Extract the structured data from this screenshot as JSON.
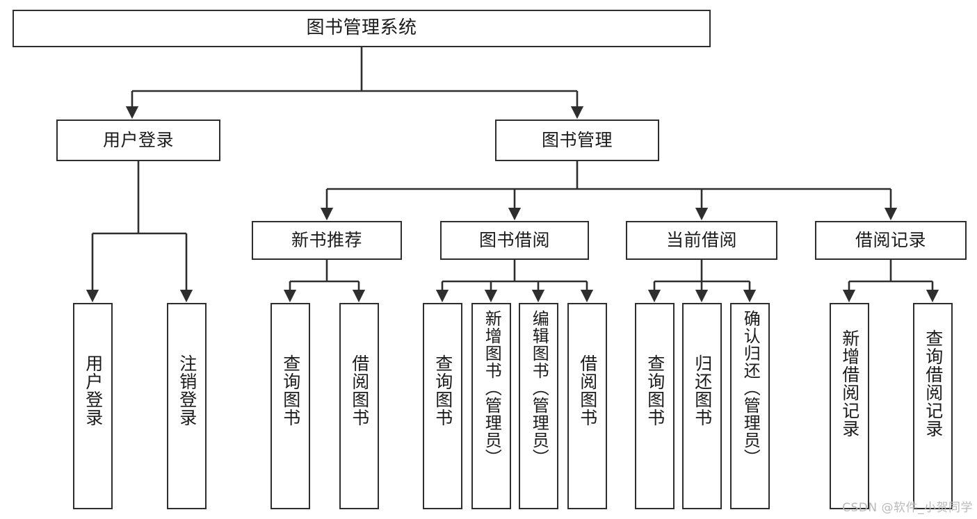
{
  "diagram": {
    "title": "图书管理系统",
    "watermark": "CSDN @软件_小贺同学",
    "colors": {
      "box_border": "#2e2e2e",
      "box_fill": "#ffffff",
      "connector": "#2e2e2e",
      "text": "#1a1a1a",
      "watermark": "#b9b9b9",
      "background": "#ffffff"
    },
    "levels": {
      "level1": [
        {
          "id": "root",
          "label": "图书管理系统"
        }
      ],
      "level2": [
        {
          "id": "user-login",
          "label": "用户登录"
        },
        {
          "id": "book-manage",
          "label": "图书管理"
        }
      ],
      "level3": [
        {
          "id": "new-book-recommend",
          "label": "新书推荐",
          "parent": "book-manage"
        },
        {
          "id": "book-borrow",
          "label": "图书借阅",
          "parent": "book-manage"
        },
        {
          "id": "current-borrow",
          "label": "当前借阅",
          "parent": "book-manage"
        },
        {
          "id": "borrow-record",
          "label": "借阅记录",
          "parent": "book-manage"
        }
      ],
      "level4": [
        {
          "id": "leaf-user-login",
          "label": "用户登录",
          "parent": "user-login"
        },
        {
          "id": "leaf-user-logout",
          "label": "注销登录",
          "parent": "user-login"
        },
        {
          "id": "leaf-query-book-1",
          "label": "查询图书",
          "parent": "new-book-recommend"
        },
        {
          "id": "leaf-borrow-book-1",
          "label": "借阅图书",
          "parent": "new-book-recommend"
        },
        {
          "id": "leaf-query-book-2",
          "label": "查询图书",
          "parent": "book-borrow"
        },
        {
          "id": "leaf-add-book",
          "label": "新增图书（管理员）",
          "parent": "book-borrow"
        },
        {
          "id": "leaf-edit-book",
          "label": "编辑图书（管理员）",
          "parent": "book-borrow"
        },
        {
          "id": "leaf-borrow-book-2",
          "label": "借阅图书",
          "parent": "book-borrow"
        },
        {
          "id": "leaf-query-book-3",
          "label": "查询图书",
          "parent": "current-borrow"
        },
        {
          "id": "leaf-return-book",
          "label": "归还图书",
          "parent": "current-borrow"
        },
        {
          "id": "leaf-confirm-return",
          "label": "确认归还（管理员）",
          "parent": "current-borrow"
        },
        {
          "id": "leaf-add-record",
          "label": "新增借阅记录",
          "parent": "borrow-record"
        },
        {
          "id": "leaf-query-record",
          "label": "查询借阅记录",
          "parent": "borrow-record"
        }
      ]
    }
  }
}
